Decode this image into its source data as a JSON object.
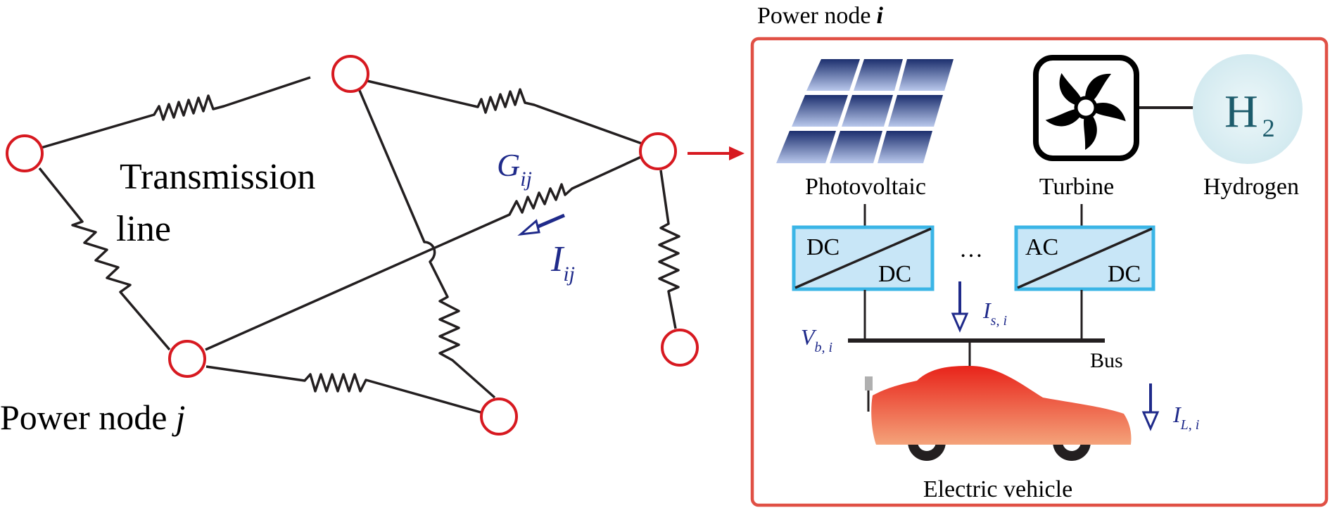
{
  "colors": {
    "node_stroke": "#d71920",
    "line": "#231f20",
    "accent_blue": "#1f2a8a",
    "panel_border": "#e05045",
    "converter_fill": "#c8e6f7",
    "converter_stroke": "#3bb5e6",
    "hydrogen_bg": "#e3f2f5",
    "hydrogen_text": "#1c5b6b"
  },
  "network": {
    "label_transmission": "Transmission",
    "label_line": "line",
    "label_power_node_j": "Power node",
    "label_j": "j",
    "conductance": {
      "main": "G",
      "sub": "ij"
    },
    "current": {
      "main": "I",
      "sub": "ij"
    }
  },
  "panel": {
    "title": "Power node",
    "title_index": "i",
    "photovoltaic_label": "Photovoltaic",
    "turbine_label": "Turbine",
    "hydrogen_label": "Hydrogen",
    "hydrogen_symbol": "H",
    "hydrogen_subscript": "2",
    "dcdc_top": "DC",
    "dcdc_bottom": "DC",
    "acdc_top": "AC",
    "acdc_bottom": "DC",
    "ellipsis": "…",
    "bus_label": "Bus",
    "source_current": {
      "main": "I",
      "sub": "s, i"
    },
    "bus_voltage": {
      "main": "V",
      "sub": "b, i"
    },
    "load_current": {
      "main": "I",
      "sub": "L, i"
    },
    "ev_label": "Electric vehicle"
  }
}
